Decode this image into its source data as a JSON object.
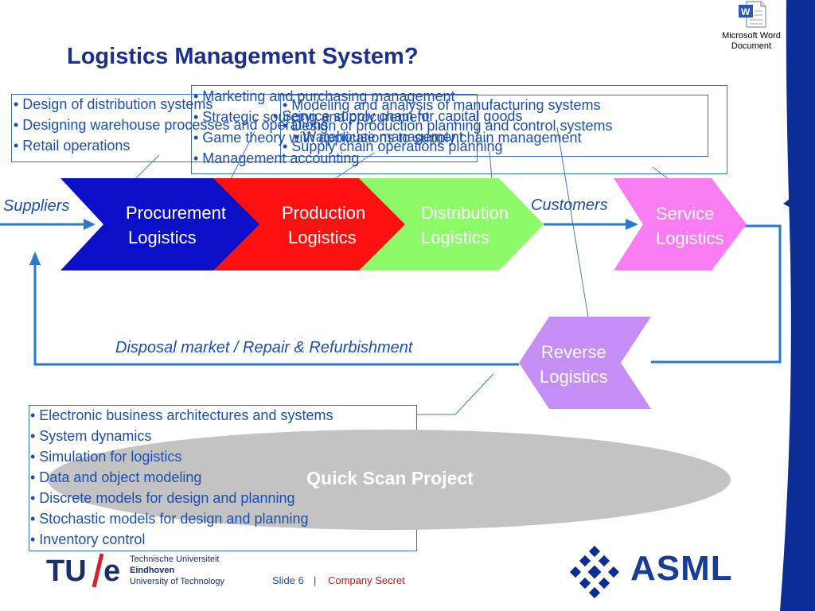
{
  "slide": {
    "title": "Logistics Management System?",
    "word_icon_label_line1": "Microsoft Word",
    "word_icon_label_line2": "Document"
  },
  "boxes": {
    "left": [
      "• Design of distribution systems",
      "• Designing warehouse processes and operations",
      "• Retail operations"
    ],
    "center": [
      "• Marketing and purchasing management",
      "• Strategic sourcing and procurement",
      "• Game theory with applications to supply chain management",
      "• Management accounting"
    ],
    "right": [
      "• Modeling and analysis of manufacturing systems",
      "• Design of production planning and control systems",
      "• Supply chain operations planning"
    ],
    "overlap": [
      "• Service supply chain for capital goods",
      "• Warehouse management"
    ],
    "bottom": [
      "• Electronic business architectures and systems",
      "• System dynamics",
      "• Simulation for logistics",
      "• Data and object modeling",
      "• Discrete models for design and planning",
      "• Stochastic models for design and planning",
      "• Inventory control"
    ]
  },
  "flow": {
    "suppliers": "Suppliers",
    "customers": "Customers",
    "disposal": "Disposal market / Repair & Refurbishment"
  },
  "chevrons": [
    {
      "line1": "Procurement",
      "line2": "Logistics",
      "color": "#0b10c8",
      "text_color": "#ffffff"
    },
    {
      "line1": "Production",
      "line2": "Logistics",
      "color": "#ff1010",
      "text_color": "#ffffff"
    },
    {
      "line1": "Distribution",
      "line2": "Logistics",
      "color": "#8dfa6a",
      "text_color": "#ffffff"
    },
    {
      "line1": "Service",
      "line2": "Logistics",
      "color": "#f97cf3",
      "text_color": "#ffffff"
    },
    {
      "line1": "Reverse",
      "line2": "Logistics",
      "color": "#c48ef5",
      "text_color": "#ffffff"
    }
  ],
  "project": {
    "label": "Quick Scan Project"
  },
  "footer": {
    "slide": "Slide 6",
    "separator": "|",
    "secret": "Company Secret",
    "tue_logo_text": "TU/e",
    "tue_line1": "Technische Universiteit",
    "tue_line2": "Eindhoven",
    "tue_line3": "University of Technology",
    "asml": "ASML"
  },
  "colors": {
    "accent": "#1c4fae",
    "title": "#1b2f8c",
    "arrow": "#2a78d2",
    "brand_blue": "#0c2d93"
  }
}
